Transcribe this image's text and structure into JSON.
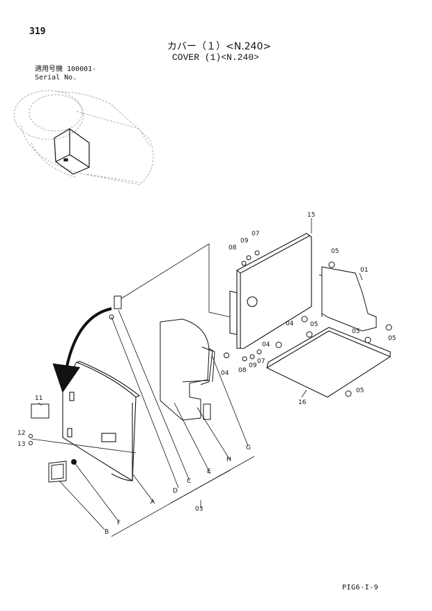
{
  "page": {
    "number": "319",
    "title_jp": "カバー（１）<N.240>",
    "title_en": "COVER (1)<N.240>",
    "serial_line1": "適用号機  100001-",
    "serial_line2": "Serial No.",
    "footer_code": "PIG6-I-9"
  },
  "callouts": {
    "c15": "15",
    "c07a": "07",
    "c09a": "09",
    "c08a": "08",
    "c05a": "05",
    "c01": "01",
    "c04a": "04",
    "c05b": "05",
    "c05c": "05",
    "c05d": "05",
    "c04b": "04",
    "c08b": "08",
    "c09b": "09",
    "c07b": "07",
    "c04c": "04",
    "c16": "16",
    "c05e": "05",
    "c11": "11",
    "c12": "12",
    "c13": "13",
    "c03": "03",
    "lA": "A",
    "lB": "B",
    "lC": "C",
    "lD": "D",
    "lE": "E",
    "lF": "F",
    "lG": "G",
    "lH": "H"
  }
}
